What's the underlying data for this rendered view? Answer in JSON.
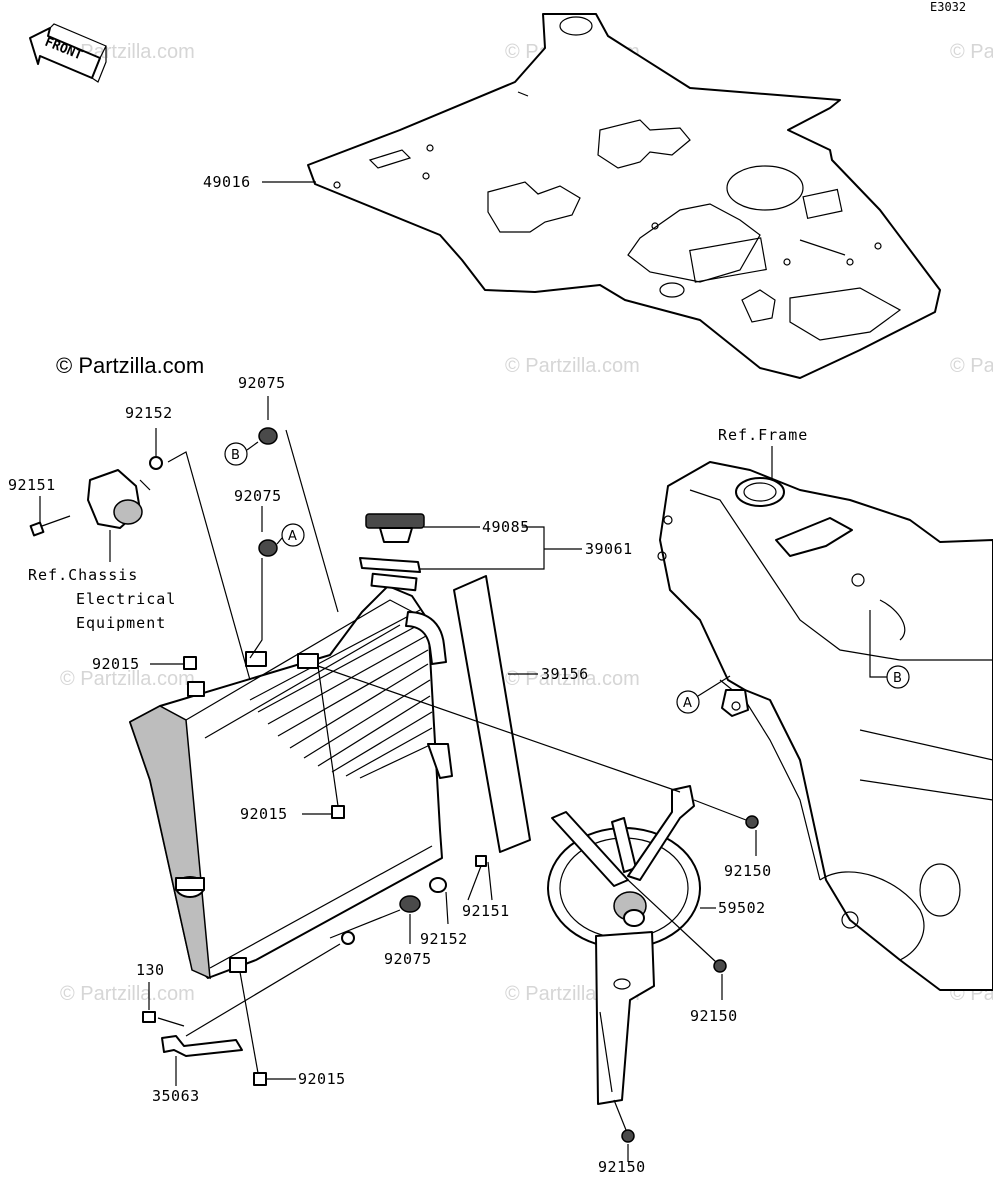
{
  "diagram_code": "E3032",
  "copyright": "© Partzilla.com",
  "watermark": "© Partzilla.com",
  "front_label": "FRONT",
  "part_numbers": {
    "p49016": "49016",
    "p92075_top": "92075",
    "p92152_top": "92152",
    "p92151_top": "92151",
    "p92075_mid": "92075",
    "p49085": "49085",
    "p39061": "39061",
    "p39156": "39156",
    "p92015_a": "92015",
    "p92015_b": "92015",
    "p92015_c": "92015",
    "p92150_a": "92150",
    "p92150_b": "92150",
    "p92150_c": "92150",
    "p59502": "59502",
    "p92151_low": "92151",
    "p92152_low": "92152",
    "p92075_low": "92075",
    "p130": "130",
    "p35063": "35063"
  },
  "ref_chassis": [
    "Ref.Chassis",
    "Electrical",
    "Equipment"
  ],
  "ref_frame": "Ref.Frame",
  "markers": {
    "a": "A",
    "b": "B"
  }
}
